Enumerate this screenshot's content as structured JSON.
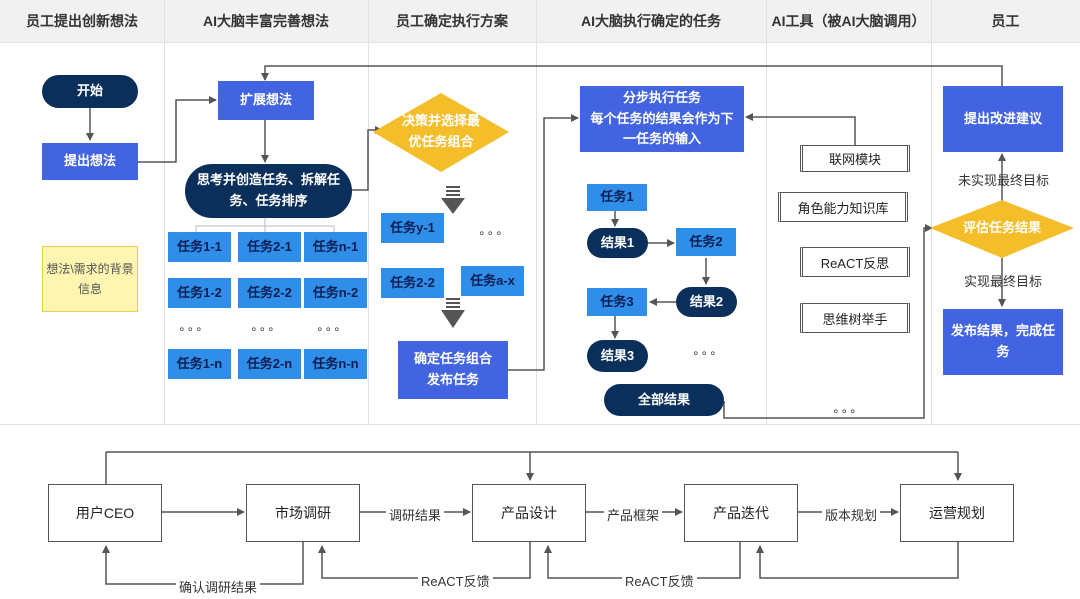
{
  "lanes": [
    "员工提出创新想法",
    "AI大脑丰富完善想法",
    "员工确定执行方案",
    "AI大脑执行确定的任务",
    "AI工具（被AI大脑调用）",
    "员工"
  ],
  "lane1": {
    "start": "开始",
    "propose": "提出想法",
    "note_line1": "想法\\需求的背景",
    "note_line2": "信息"
  },
  "lane2": {
    "expand": "扩展想法",
    "think_line1": "思考并创造任务、拆解任",
    "think_line2": "务、任务排序",
    "tasks": [
      "任务1-1",
      "任务2-1",
      "任务n-1",
      "任务1-2",
      "任务2-2",
      "任务n-2",
      "任务1-n",
      "任务2-n",
      "任务n-n"
    ],
    "ellipsis": "∘∘∘"
  },
  "lane3": {
    "decide_line1": "决策并选择最",
    "decide_line2": "优任务组合",
    "task_y1": "任务y-1",
    "task_22": "任务2-2",
    "task_ax": "任务a-x",
    "ellipsis": "∘∘∘",
    "confirm_line1": "确定任务组合",
    "confirm_line2": "发布任务"
  },
  "lane4": {
    "step_line1": "分步执行任务",
    "step_line2": "每个任务的结果会作为下",
    "step_line3": "一任务的输入",
    "task1": "任务1",
    "result1": "结果1",
    "task2": "任务2",
    "result2": "结果2",
    "task3": "任务3",
    "result3": "结果3",
    "ellipsis": "∘∘∘",
    "all_results": "全部结果"
  },
  "lane5": {
    "modules": [
      "联网模块",
      "角色能力知识库",
      "ReACT反思",
      "思维树举手"
    ],
    "ellipsis": "∘∘∘"
  },
  "lane6": {
    "improve": "提出改进建议",
    "not_achieved": "未实现最终目标",
    "evaluate": "评估任务结果",
    "achieved": "实现最终目标",
    "publish_line1": "发布结果，完成任",
    "publish_line2": "务"
  },
  "bottom": {
    "nodes": [
      "用户CEO",
      "市场调研",
      "产品设计",
      "产品迭代",
      "运营规划"
    ],
    "edge_labels": [
      "调研结果",
      "产品框架",
      "版本规划"
    ],
    "feedback_labels": [
      "确认调研结果",
      "ReACT反馈",
      "ReACT反馈"
    ]
  },
  "colors": {
    "blue_rect": "#4364e0",
    "dark_pill": "#0b2f5b",
    "doc_blue": "#2f8ee8",
    "diamond_yellow": "#f3be29",
    "note_yellow": "#fdf5b0",
    "header_gray": "#f1f1f1"
  }
}
